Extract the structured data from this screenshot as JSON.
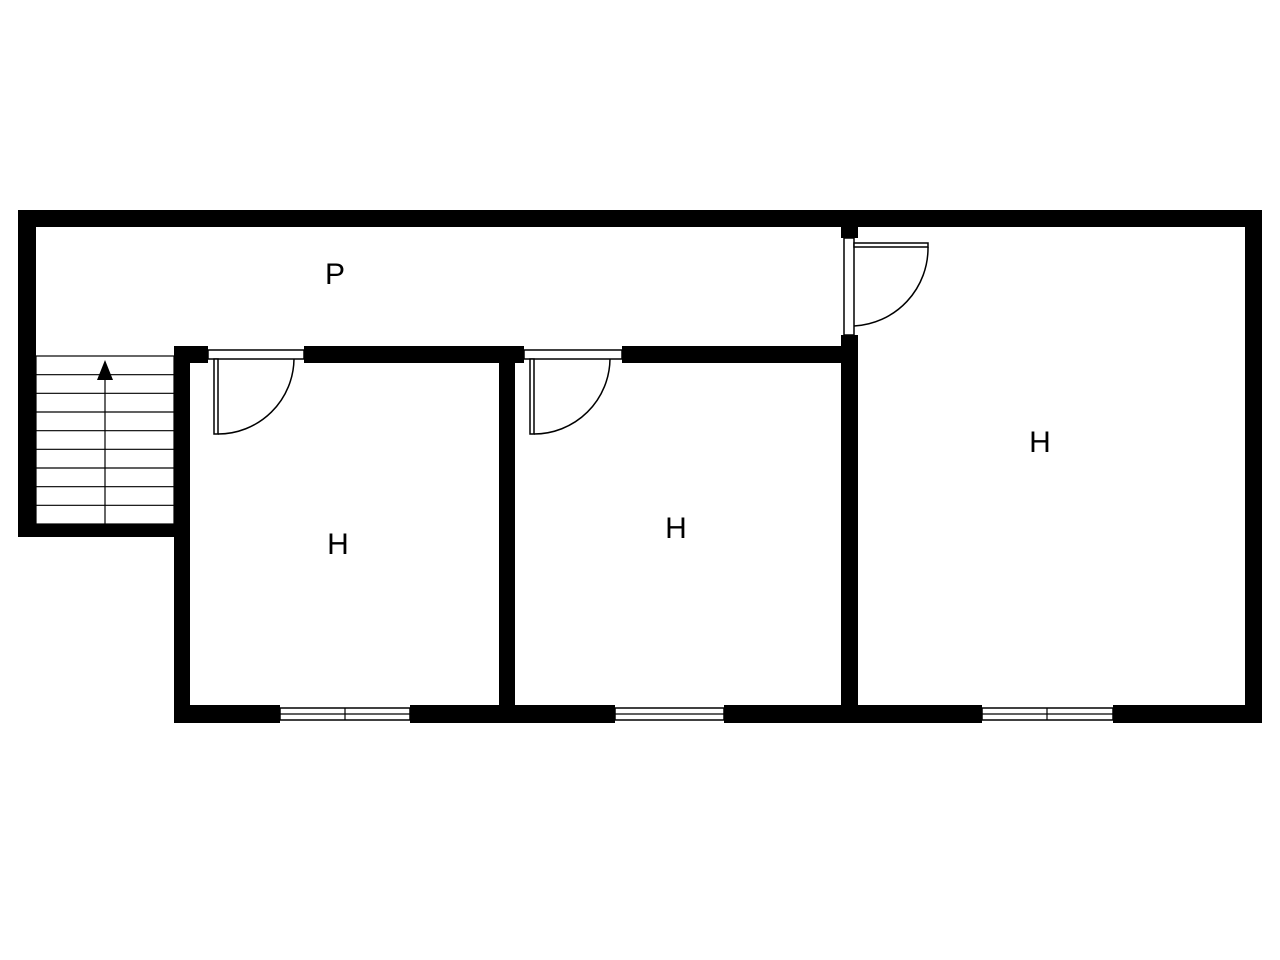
{
  "rooms": [
    {
      "id": "passage",
      "label": "P"
    },
    {
      "id": "room-left",
      "label": "H"
    },
    {
      "id": "room-middle",
      "label": "H"
    },
    {
      "id": "room-right",
      "label": "H"
    }
  ],
  "stairs": {
    "direction": "up",
    "step_count": 9
  },
  "colors": {
    "wall": "#000000",
    "background": "#ffffff"
  }
}
